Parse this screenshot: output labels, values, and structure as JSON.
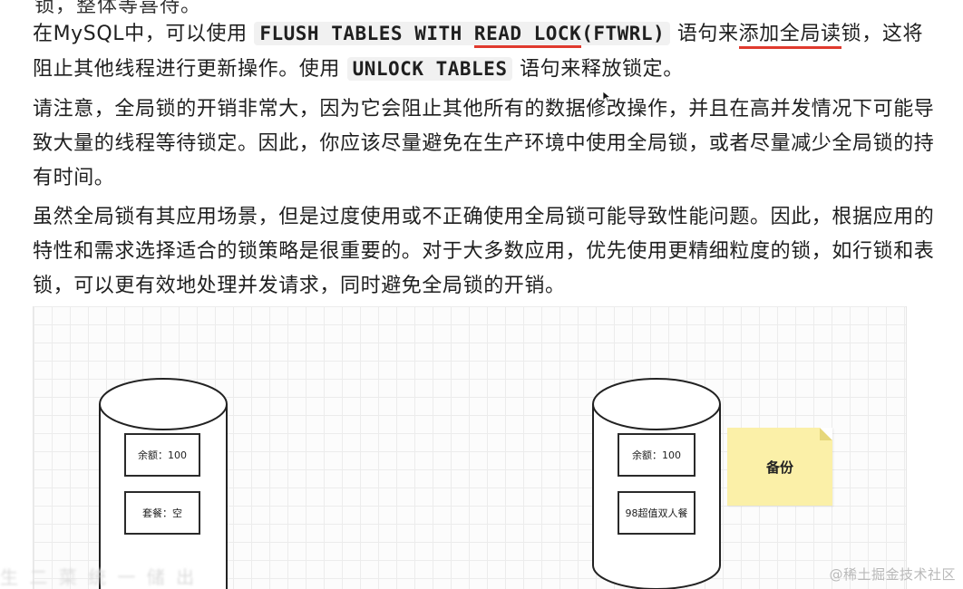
{
  "clipped_top_line": "锁，整体等喜待。",
  "paragraph1": {
    "seg1": "在MySQL中，可以使用 ",
    "code1a": "FLUSH TABLES WITH ",
    "code1b": "READ LOCK",
    "code1c": "(FTWRL)",
    "seg2": " 语句来",
    "seg3": "添加全局读",
    "seg4": "锁，这将阻止其他线程进行更新操作。使用 ",
    "code2": "UNLOCK TABLES",
    "seg5": " 语句来释放锁定。"
  },
  "paragraph2": "请注意，全局锁的开销非常大，因为它会阻止其他所有的数据修改操作，并且在高并发情况下可能导致大量的线程等待锁定。因此，你应该尽量避免在生产环境中使用全局锁，或者尽量减少全局锁的持有时间。",
  "paragraph3": "虽然全局锁有其应用场景，但是过度使用或不正确使用全局锁可能导致性能问题。因此，根据应用的特性和需求选择适合的锁策略是很重要的。对于大多数应用，优先使用更精细粒度的锁，如行锁和表锁，可以更有效地处理并发请求，同时避免全局锁的开销。",
  "diagram": {
    "left_db": {
      "balance": "余额：100",
      "meal": "套餐：空"
    },
    "right_db": {
      "balance": "余额：100",
      "meal": "98超值双人餐"
    },
    "note": "备份"
  },
  "watermark": "@稀土掘金技术社区",
  "bottom_blur": "生 二 菜 统 一 储 出",
  "colors": {
    "underline": "#e03a2e",
    "note_bg": "#fbf0a8",
    "code_bg": "#f1f1f1"
  }
}
